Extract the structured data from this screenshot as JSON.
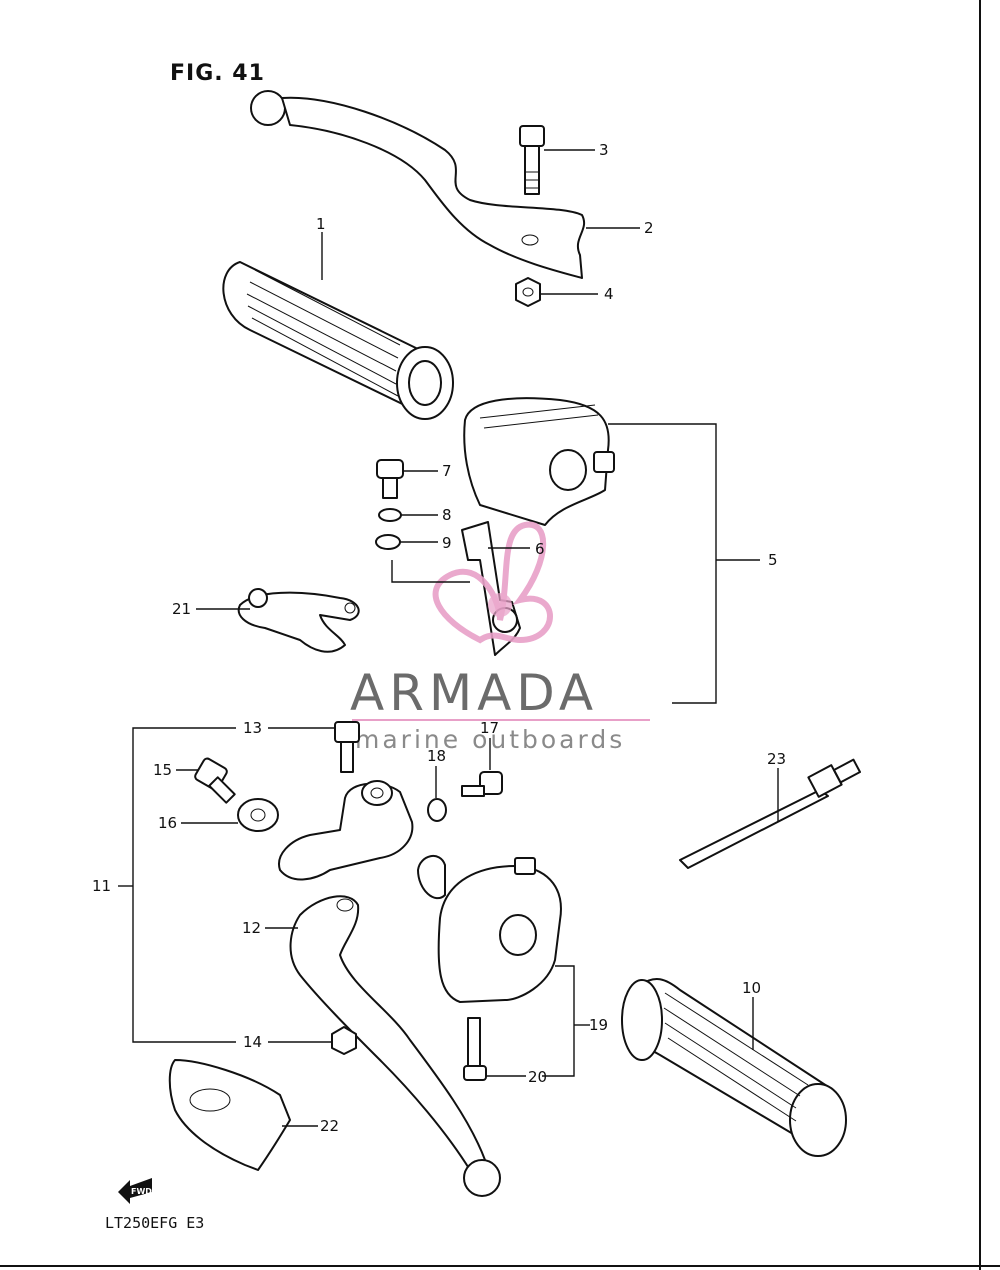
{
  "figure": {
    "title": "FIG. 41",
    "model_code": "LT250EFG  E3",
    "fwd_badge": "FWD"
  },
  "watermark": {
    "brand": "ARMADA",
    "tagline": "marine outboards",
    "accent_color": "#e8a0c8",
    "text_color": "#6b6b6b"
  },
  "callouts": [
    {
      "id": "1",
      "text": "1"
    },
    {
      "id": "2",
      "text": "2"
    },
    {
      "id": "3",
      "text": "3"
    },
    {
      "id": "4",
      "text": "4"
    },
    {
      "id": "5",
      "text": "5"
    },
    {
      "id": "6",
      "text": "6"
    },
    {
      "id": "7",
      "text": "7"
    },
    {
      "id": "8",
      "text": "8"
    },
    {
      "id": "9",
      "text": "9"
    },
    {
      "id": "10",
      "text": "10"
    },
    {
      "id": "11",
      "text": "11"
    },
    {
      "id": "12",
      "text": "12"
    },
    {
      "id": "13",
      "text": "13"
    },
    {
      "id": "14",
      "text": "14"
    },
    {
      "id": "15",
      "text": "15"
    },
    {
      "id": "16",
      "text": "16"
    },
    {
      "id": "17",
      "text": "17"
    },
    {
      "id": "18",
      "text": "18"
    },
    {
      "id": "19",
      "text": "19"
    },
    {
      "id": "20",
      "text": "20"
    },
    {
      "id": "21",
      "text": "21"
    },
    {
      "id": "22",
      "text": "22"
    },
    {
      "id": "23",
      "text": "23"
    }
  ]
}
